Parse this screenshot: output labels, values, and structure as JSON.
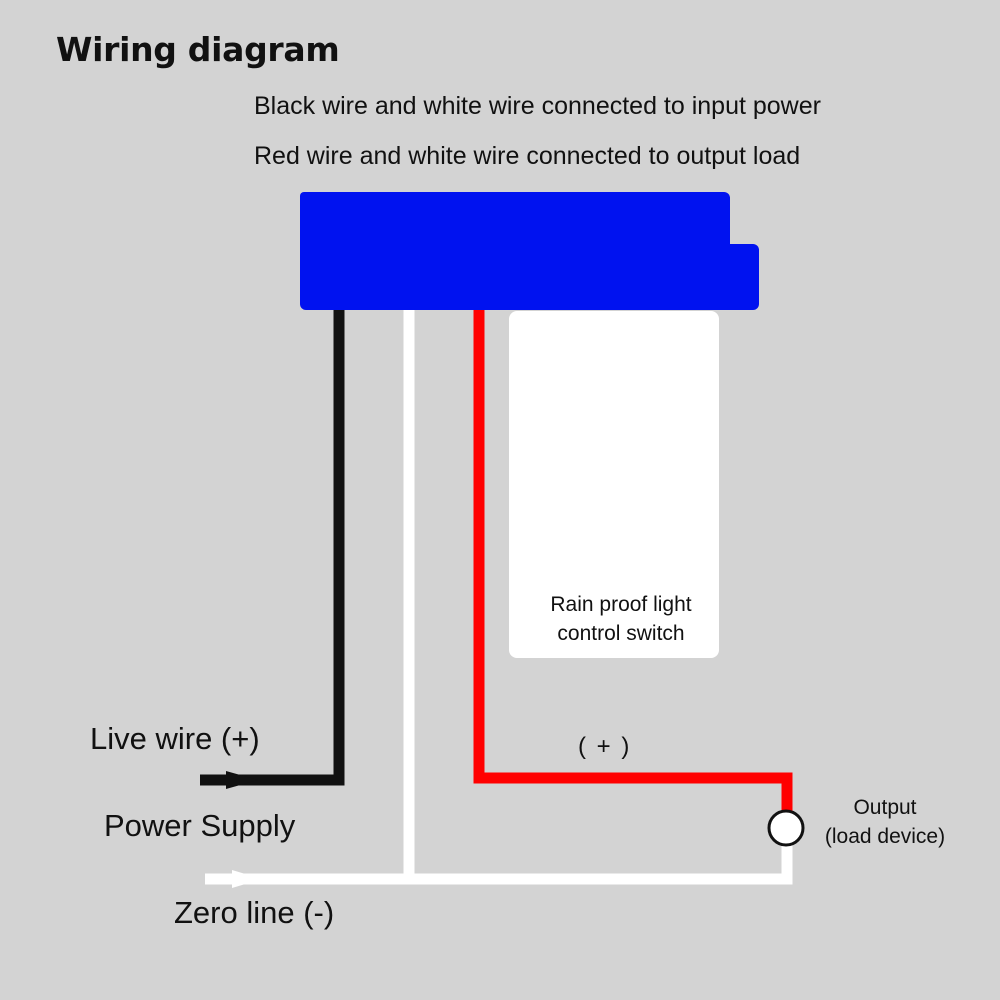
{
  "title": "Wiring diagram",
  "descriptions": {
    "line1": "Black wire and white wire connected to input power",
    "line2": "Red wire and white wire connected to output load"
  },
  "device": {
    "label_line1": "Rain proof light",
    "label_line2": "control switch",
    "color": "#0012f0"
  },
  "labels": {
    "live_wire": "Live wire (+)",
    "power_supply": "Power Supply",
    "zero_line": "Zero line (-)",
    "positive": "( + )",
    "output_line1": "Output",
    "output_line2": "(load device)"
  },
  "wires": {
    "black": "#111111",
    "white": "#ffffff",
    "red": "#ff0000"
  }
}
